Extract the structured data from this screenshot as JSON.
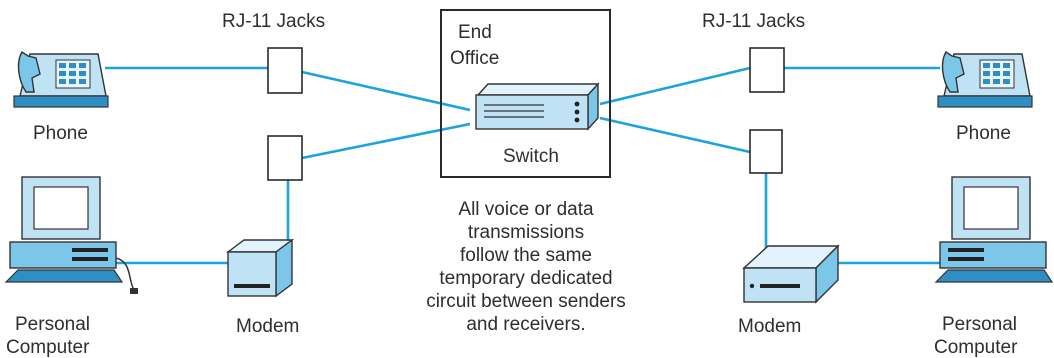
{
  "labels": {
    "jacks_left": "RJ-11 Jacks",
    "jacks_right": "RJ-11 Jacks",
    "office_line1": "End",
    "office_line2": "Office",
    "switch": "Switch",
    "phone_left": "Phone",
    "phone_right": "Phone",
    "modem_left": "Modem",
    "modem_right": "Modem",
    "pc_left_line1": "Personal",
    "pc_left_line2": "Computer",
    "pc_right_line1": "Personal",
    "pc_right_line2": "Computer"
  },
  "caption": [
    "All voice or data",
    "transmissions",
    "follow the same",
    "temporary dedicated",
    "circuit between senders",
    "and receivers."
  ],
  "colors": {
    "wire": "#1aa3df",
    "device_light": "#bfe3f5",
    "device_mid": "#7cc6ea",
    "device_dark": "#2f8fc4",
    "outline": "#222222"
  }
}
